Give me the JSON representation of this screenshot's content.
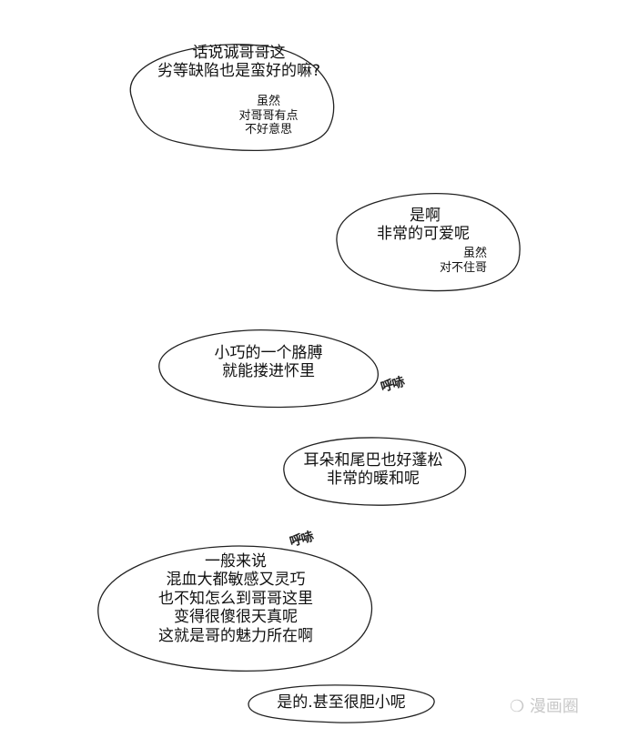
{
  "page": {
    "bubbles": [
      {
        "main": [
          "话说诚哥哥这",
          "劣等缺陷也是蛮好的嘛?"
        ],
        "aside": [
          "虽然",
          "对哥哥有点",
          "不好意思"
        ]
      },
      {
        "main": [
          "是啊",
          "非常的可爱呢"
        ],
        "aside": [
          "虽然",
          "对不住哥"
        ]
      },
      {
        "main": [
          "小巧的一个胳膊",
          "就能搂进怀里"
        ]
      },
      {
        "main": [
          "耳朵和尾巴也好蓬松",
          "非常的暖和呢"
        ]
      },
      {
        "main": [
          "一般来说",
          "混血大都敏感又灵巧",
          "也不知怎么到哥哥这里",
          "变得很傻很天真呢",
          "这就是哥的魅力所在啊"
        ]
      },
      {
        "main": [
          "是的.甚至很胆小呢"
        ]
      }
    ],
    "sound_effects": [
      "呼哧",
      "呼哧"
    ],
    "watermark": {
      "icon": "wechat-icon",
      "label": "漫画圈"
    }
  }
}
